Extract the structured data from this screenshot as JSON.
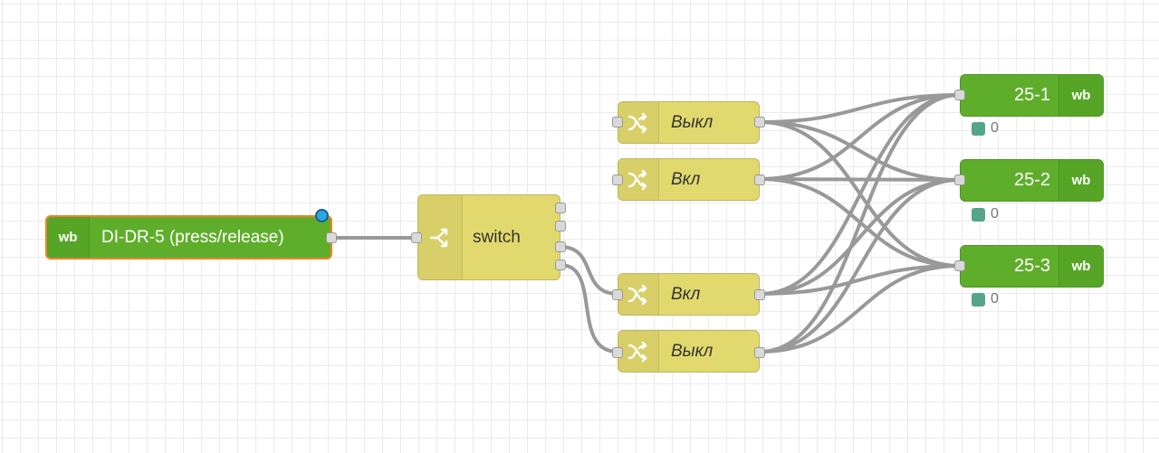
{
  "flow": {
    "input_node": {
      "badge": "wb",
      "label": "DI-DR-5 (press/release)",
      "icon": "wb-logo"
    },
    "switch_node": {
      "label": "switch",
      "icon": "switch-branch-icon"
    },
    "change_nodes": [
      {
        "label": "Выкл",
        "icon": "change-shuffle-icon"
      },
      {
        "label": "Вкл",
        "icon": "change-shuffle-icon"
      },
      {
        "label": "Вкл",
        "icon": "change-shuffle-icon"
      },
      {
        "label": "Выкл",
        "icon": "change-shuffle-icon"
      }
    ],
    "output_nodes": [
      {
        "label": "25-1",
        "badge": "wb",
        "status": "0"
      },
      {
        "label": "25-2",
        "badge": "wb",
        "status": "0"
      },
      {
        "label": "25-3",
        "badge": "wb",
        "status": "0"
      }
    ]
  },
  "colors": {
    "node_green": "#5fae2b",
    "node_yellow": "#e2d96e",
    "selected_border": "#f0822a",
    "wire": "#999999",
    "status_dot": "#55a58a",
    "changed_indicator": "#2aa8df"
  }
}
